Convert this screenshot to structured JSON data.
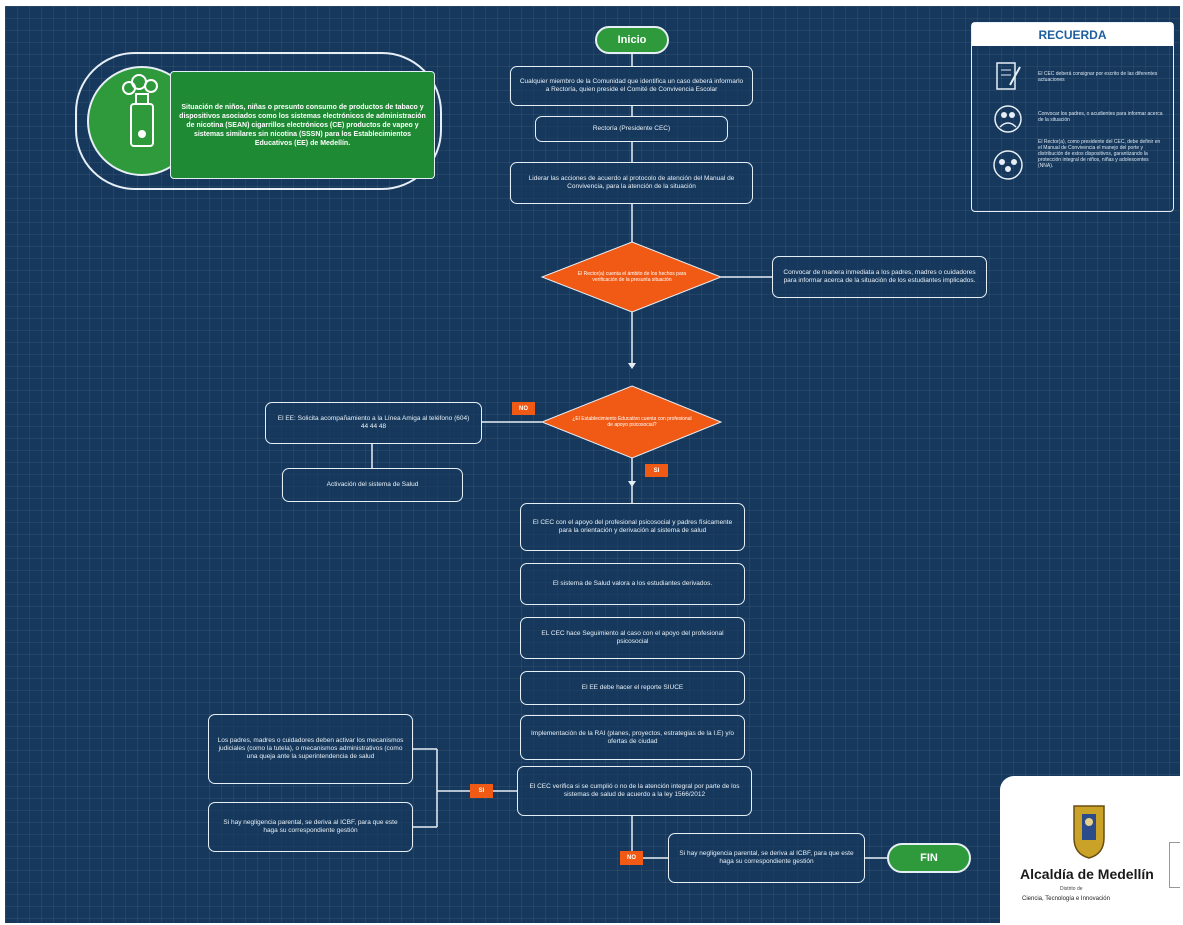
{
  "start_label": "Inicio",
  "end_label": "FIN",
  "intro_text": "Situación de niños, niñas o presunto consumo de productos de tabaco y dispositivos asociados como los sistemas electrónicos de administración de nicotina (SEAN) cigarrillos electrónicos (CE) productos de vapeo y sistemas similares sin nicotina (SSSN) para los Establecimientos Educativos (EE) de Medellín.",
  "steps": [
    "Cualquier miembro de la Comunidad que identifica un caso deberá informarlo a Rectoría, quien preside el Comité de Convivencia Escolar",
    "Rectoría (Presidente CEC)",
    "Liderar las acciones de acuerdo al protocolo de atención del Manual de Convivencia, para la atención de la situación",
    "Convocar de manera inmediata a los padres, madres o cuidadores para informar acerca de la situación de los estudiantes implicados.",
    "El EE: Solicita acompañamiento a la Línea Amiga al teléfono (604) 44 44 48",
    "Activación del sistema de Salud",
    "El CEC con el apoyo del profesional psicosocial y padres físicamente para la orientación y derivación al sistema de salud",
    "El sistema de Salud valora a los estudiantes derivados.",
    "EL CEC hace Seguimiento al caso con el apoyo del profesional psicosocial",
    "El EE debe hacer el reporte SIUCE",
    "Implementación de la RAI (planes, proyectos, estrategias de la I.E) y/o ofertas de ciudad",
    "El CEC verifica si se cumplió o no de la atención integral por parte de los sistemas de salud de acuerdo a la ley 1566/2012",
    "Los padres, madres o cuidadores deben activar los mecanismos judiciales (como la tutela), o mecanismos administrativos (como una queja ante la superintendencia de salud",
    "Si hay negligencia parental, se deriva al ICBF, para que este haga su correspondiente gestión",
    "Si hay negligencia parental, se deriva al ICBF, para que este haga su correspondiente gestión"
  ],
  "decisions": [
    "El Rector(a) cuenta el ámbito de los hechos para verificación de la presunta situación",
    "¿El Establecimiento Educativo cuenta con profesional de apoyo psicosocial?"
  ],
  "tags": {
    "no1": "NO",
    "si1": "SI",
    "si2": "SI",
    "no2": "NO"
  },
  "recuerda": {
    "title": "RECUERDA",
    "items": [
      "El CEC deberá consignar por escrito de las diferentes actuaciones",
      "Convocar los padres, o acudientes para informar acerca de la situación",
      "El Rector(a), como presidente del CEC, debe definir en el Manual de Convivencia el manejo del porte y distribución de estos dispositivos, garantizando la protección integral de niños, niñas y adolescentes (NNA)."
    ],
    "icons": [
      "document-pen-icon",
      "family-care-icon",
      "people-group-icon"
    ]
  },
  "logo": {
    "name": "Alcaldía de Medellín",
    "sub1": "Distrito de",
    "sub2": "Ciencia, Tecnología e Innovación"
  },
  "colors": {
    "background": "#16385c",
    "green": "#2e9a3c",
    "orange": "#f05a14",
    "border": "#e6eef6"
  }
}
